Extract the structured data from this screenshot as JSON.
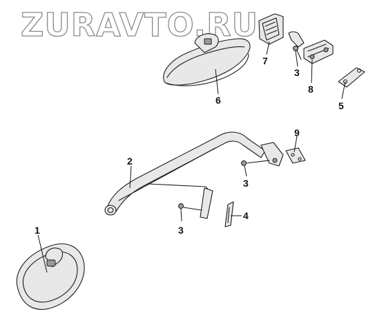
{
  "watermark": "ZURAVTO.RU",
  "callouts": {
    "c1": "1",
    "c2": "2",
    "c3a": "3",
    "c3b": "3",
    "c3c": "3",
    "c4": "4",
    "c5": "5",
    "c6": "6",
    "c7": "7",
    "c8": "8",
    "c9": "9"
  }
}
